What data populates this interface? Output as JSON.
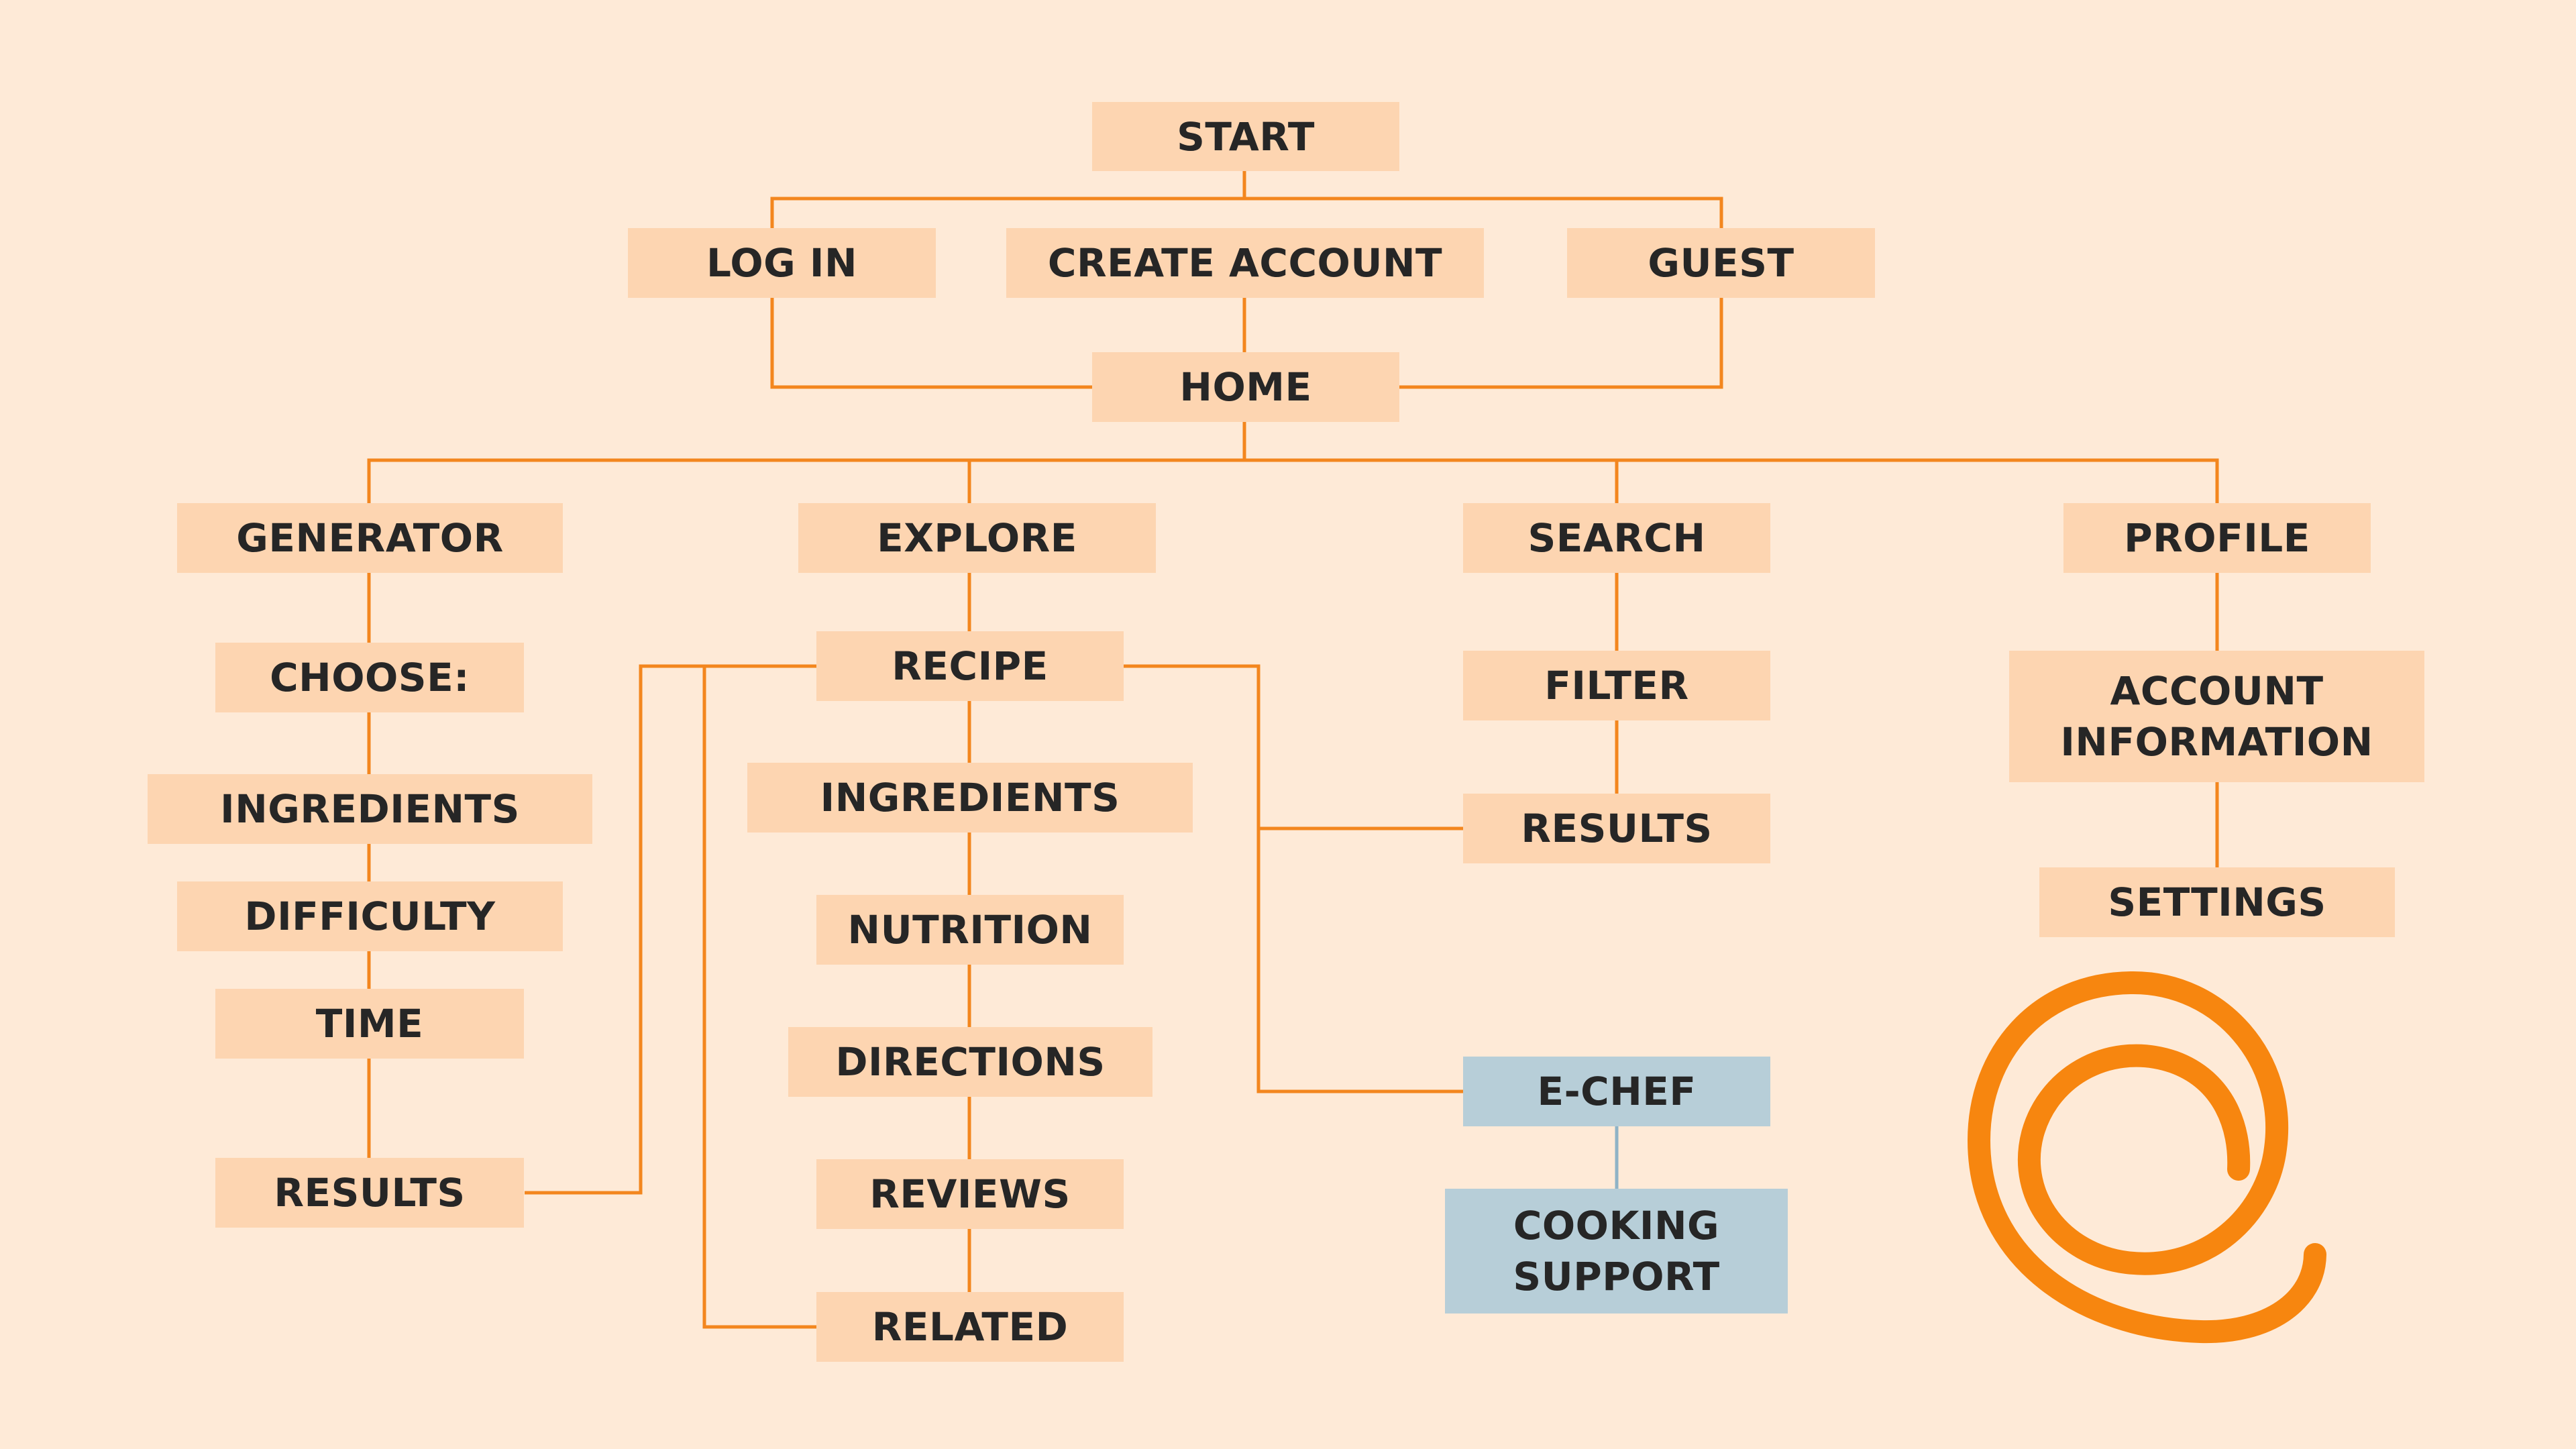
{
  "colors": {
    "background": "#FEEAD7",
    "node_fill": "#FDD5B1",
    "ai_node_fill": "#B7CED8",
    "connector": "#F3861E",
    "ai_connector": "#8FB3C6",
    "text": "#262626",
    "logo": "#F7860F"
  },
  "logo": {
    "icon": "spiral-logo-icon"
  },
  "nodes": {
    "start": "START",
    "log_in": "LOG IN",
    "create_account": "CREATE ACCOUNT",
    "guest": "GUEST",
    "home": "HOME",
    "generator": "GENERATOR",
    "choose": "CHOOSE:",
    "gen_ingredients": "INGREDIENTS",
    "difficulty": "DIFFICULTY",
    "time": "TIME",
    "gen_results": "RESULTS",
    "explore": "EXPLORE",
    "recipe": "RECIPE",
    "recipe_ingredients": "INGREDIENTS",
    "nutrition": "NUTRITION",
    "directions": "DIRECTIONS",
    "reviews": "REVIEWS",
    "related": "RELATED",
    "search": "SEARCH",
    "filter": "FILTER",
    "search_results": "RESULTS",
    "e_chef": "E-CHEF",
    "cooking_support": "COOKING\nSUPPORT",
    "profile": "PROFILE",
    "account_information": "ACCOUNT\nINFORMATION",
    "settings": "SETTINGS"
  }
}
